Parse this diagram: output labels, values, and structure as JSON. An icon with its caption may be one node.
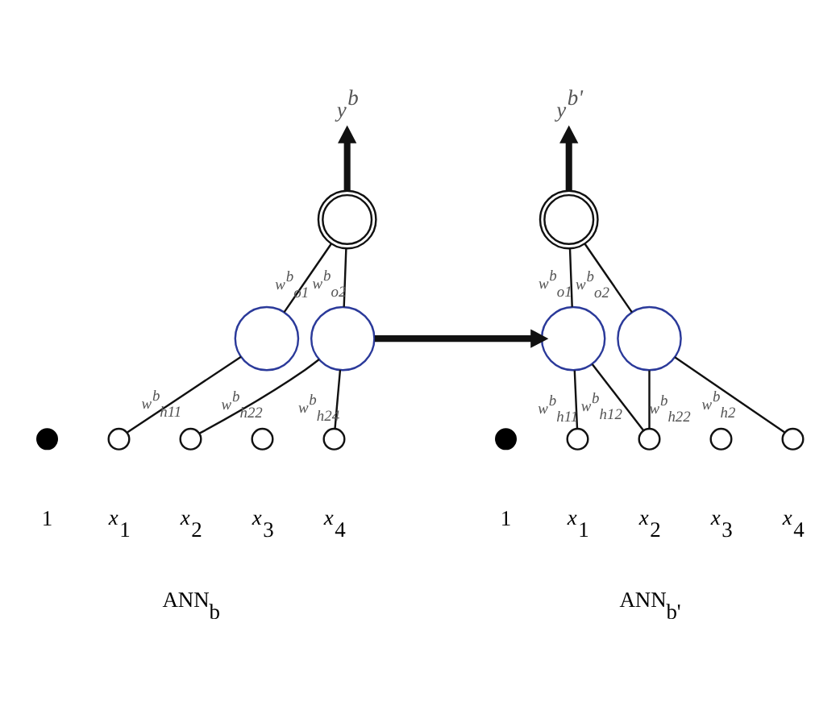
{
  "diagram": {
    "nodes": [
      {
        "text": [
          "y$^{b}$"
        ]
      },
      {
        "text": [],
        "shape": "circle"
      },
      {
        "text": [],
        "shape": "circle"
      },
      {
        "text": [],
        "shape": "circle"
      },
      {
        "text": [],
        "shape": "circle",
        "beside": [
          "1"
        ]
      },
      {
        "text": [],
        "shape": "circle",
        "beside": [
          "*x*$_{1}$"
        ]
      },
      {
        "text": [],
        "shape": "circle",
        "beside": [
          "*x*$_{2}$"
        ]
      },
      {
        "text": [],
        "shape": "circle",
        "beside": [
          "*x*$_{3}$"
        ]
      },
      {
        "text": [],
        "shape": "circle",
        "beside": [
          "*x*$_{4}$"
        ]
      },
      {
        "text": [
          "y$^{b'}$"
        ]
      },
      {
        "text": [],
        "shape": "circle"
      },
      {
        "text": [],
        "shape": "circle"
      },
      {
        "text": [],
        "shape": "circle"
      },
      {
        "text": [],
        "shape": "circle",
        "beside": [
          "1"
        ]
      },
      {
        "text": [],
        "shape": "circle",
        "beside": [
          "*x*$_{1}$"
        ]
      },
      {
        "text": [],
        "shape": "circle",
        "beside": [
          "*x*$_{2}$"
        ]
      },
      {
        "text": [],
        "shape": "circle",
        "beside": [
          "*x*$_{3}$"
        ]
      },
      {
        "text": [],
        "shape": "circle",
        "beside": [
          "*x*$_{4}$"
        ]
      }
    ],
    "edges": [
      {
        "from": 1,
        "to": 0,
        "arrow": "to",
        "style": "thick"
      },
      {
        "from": 2,
        "to": 1,
        "arrow": "none",
        "label": "w$^{b}$$_{o1}$"
      },
      {
        "from": 3,
        "to": 1,
        "arrow": "none",
        "label": "w$^{b}$$_{o2}$"
      },
      {
        "from": 5,
        "to": 2,
        "arrow": "none",
        "label": "w$^{b}$$_{h11}$"
      },
      {
        "from": 6,
        "to": 3,
        "arrow": "none",
        "label": "w$^{b}$$_{h22}$"
      },
      {
        "from": 8,
        "to": 3,
        "arrow": "none",
        "label": "w$^{b}$$_{h24}$"
      },
      {
        "from": 3,
        "to": 11,
        "arrow": "to",
        "style": "thick"
      },
      {
        "from": 10,
        "to": 9,
        "arrow": "to",
        "style": "thick"
      },
      {
        "from": 11,
        "to": 10,
        "arrow": "none",
        "label": "w$^{b}$$_{o1}$"
      },
      {
        "from": 12,
        "to": 10,
        "arrow": "none",
        "label": "w$^{b}$$_{o2}$"
      },
      {
        "from": 14,
        "to": 11,
        "arrow": "none",
        "label": "w$^{b}$$_{h11}$"
      },
      {
        "from": 15,
        "to": 11,
        "arrow": "none",
        "label": "w$^{b}$$_{h12}$"
      },
      {
        "from": 15,
        "to": 12,
        "arrow": "none",
        "label": "w$^{b}$$_{h22}$"
      },
      {
        "from": 17,
        "to": 12,
        "arrow": "none",
        "label": "w$^{b}$$_{h2}$"
      }
    ],
    "labels": [
      "ANN$_{b}$",
      "ANN$_{b'}$"
    ]
  }
}
